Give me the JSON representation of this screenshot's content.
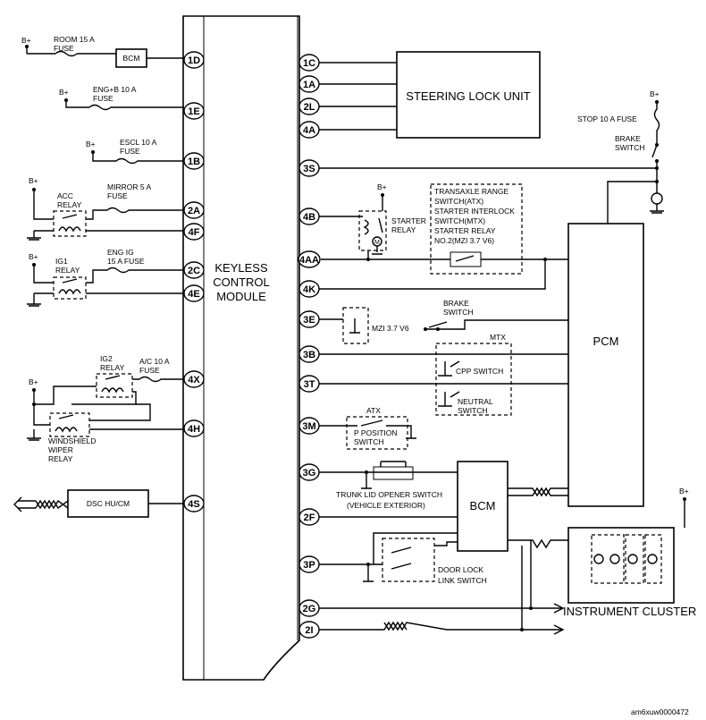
{
  "module": {
    "line1": "KEYLESS",
    "line2": "CONTROL",
    "line3": "MODULE"
  },
  "left_pins": {
    "p1D": "1D",
    "p1E": "1E",
    "p1B": "1B",
    "p2A": "2A",
    "p4F": "4F",
    "p2C": "2C",
    "p4E": "4E",
    "p4X": "4X",
    "p4H": "4H",
    "p4S": "4S"
  },
  "right_pins": {
    "p1C": "1C",
    "p1A": "1A",
    "p2L": "2L",
    "p4A": "4A",
    "p3S": "3S",
    "p4B": "4B",
    "p4AA": "4AA",
    "p4K": "4K",
    "p3E": "3E",
    "p3B": "3B",
    "p3T": "3T",
    "p3M": "3M",
    "p3G": "3G",
    "p2F": "2F",
    "p3P": "3P",
    "p2G": "2G",
    "p2I": "2I"
  },
  "left": {
    "bplus": "B+",
    "room_fuse": {
      "line1": "ROOM 15 A",
      "line2": "FUSE"
    },
    "bcm_small": "BCM",
    "engb_fuse": {
      "line1": "ENG+B 10 A",
      "line2": "FUSE"
    },
    "escl_fuse": {
      "line1": "ESCL 10 A",
      "line2": "FUSE"
    },
    "acc_relay": {
      "line1": "ACC",
      "line2": "RELAY"
    },
    "mirror_fuse": {
      "line1": "MIRROR 5 A",
      "line2": "FUSE"
    },
    "ig1_relay": {
      "line1": "IG1",
      "line2": "RELAY"
    },
    "engig_fuse": {
      "line1": "ENG IG",
      "line2": "15 A FUSE"
    },
    "ig2_relay": {
      "line1": "IG2",
      "line2": "RELAY"
    },
    "ac_fuse": {
      "line1": "A/C 10 A",
      "line2": "FUSE"
    },
    "wiper_relay": {
      "line1": "WINDSHIELD",
      "line2": "WIPER",
      "line3": "RELAY"
    },
    "dsc": "DSC HU/CM"
  },
  "right": {
    "bplus": "B+",
    "steering_lock": "STEERING LOCK UNIT",
    "stop_fuse": "STOP 10  A FUSE",
    "brake_switch_top": {
      "line1": "BRAKE",
      "line2": "SWITCH"
    },
    "starter_relay": {
      "line1": "STARTER",
      "line2": "RELAY"
    },
    "transaxle": {
      "line1": "TRANSAXLE RANGE",
      "line2": "SWITCH(ATX)",
      "line3": "STARTER INTERLOCK",
      "line4": "SWITCH(MTX)",
      "line5": "STARTER RELAY",
      "line6": "NO.2(MZI 3.7 V6)"
    },
    "pcm": "PCM",
    "brake_switch_mid": {
      "line1": "BRAKE",
      "line2": "SWITCH"
    },
    "mzi": "MZI 3.7 V6",
    "mtx": "MTX",
    "cpp_switch": "CPP SWITCH",
    "neutral_switch": {
      "line1": "NEUTRAL",
      "line2": "SWITCH"
    },
    "atx": "ATX",
    "p_position": {
      "line1": "P POSITION",
      "line2": "SWITCH"
    },
    "trunk": {
      "line1": "TRUNK LID OPENER SWITCH",
      "line2": "(VEHICLE EXTERIOR)"
    },
    "bcm": "BCM",
    "door_lock": {
      "line1": "DOOR LOCK",
      "line2": "LINK SWITCH"
    },
    "instrument_cluster": "INSTRUMENT CLUSTER"
  },
  "footer": "am6xuw0000472"
}
